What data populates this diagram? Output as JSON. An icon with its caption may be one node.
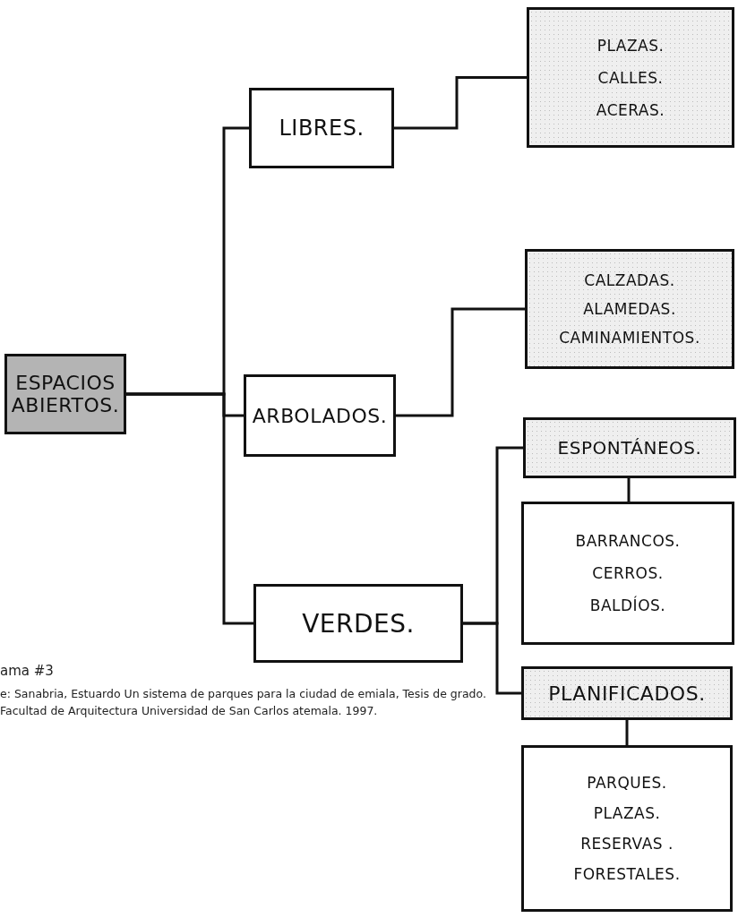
{
  "diagram": {
    "nodes": [
      {
        "text": [
          "ESPACIOS ABIERTOS."
        ]
      },
      {
        "text": [
          "LIBRES."
        ]
      },
      {
        "text": [
          "ARBOLADOS."
        ]
      },
      {
        "text": [
          "VERDES."
        ]
      },
      {
        "text": [
          "PLAZAS.",
          "CALLES.",
          "ACERAS."
        ]
      },
      {
        "text": [
          "CALZADAS.",
          "ALAMEDAS.",
          "CAMINAMIENTOS."
        ]
      },
      {
        "text": [
          "ESPONTÁNEOS."
        ]
      },
      {
        "text": [
          "BARRANCOS.",
          "CERROS.",
          "BALDÍOS."
        ]
      },
      {
        "text": [
          "PLANIFICADOS."
        ]
      },
      {
        "text": [
          "PARQUES.",
          "PLAZAS.",
          "RESERVAS .",
          "FORESTALES."
        ]
      }
    ],
    "edges": [
      {
        "from": 0,
        "to": 1,
        "arrow": "none"
      },
      {
        "from": 0,
        "to": 2,
        "arrow": "none"
      },
      {
        "from": 0,
        "to": 3,
        "arrow": "none"
      },
      {
        "from": 1,
        "to": 4,
        "arrow": "none"
      },
      {
        "from": 2,
        "to": 5,
        "arrow": "none"
      },
      {
        "from": 3,
        "to": 6,
        "arrow": "none"
      },
      {
        "from": 3,
        "to": 8,
        "arrow": "none"
      },
      {
        "from": 6,
        "to": 7,
        "arrow": "none"
      },
      {
        "from": 8,
        "to": 9,
        "arrow": "none"
      }
    ],
    "labels": [
      "ama #3",
      "e:  Sanabria, Estuardo Un sistema de parques para la ciudad de emiala, Tesis de grado. Facultad de Arquitectura Universidad de San Carlos atemala. 1997."
    ]
  }
}
